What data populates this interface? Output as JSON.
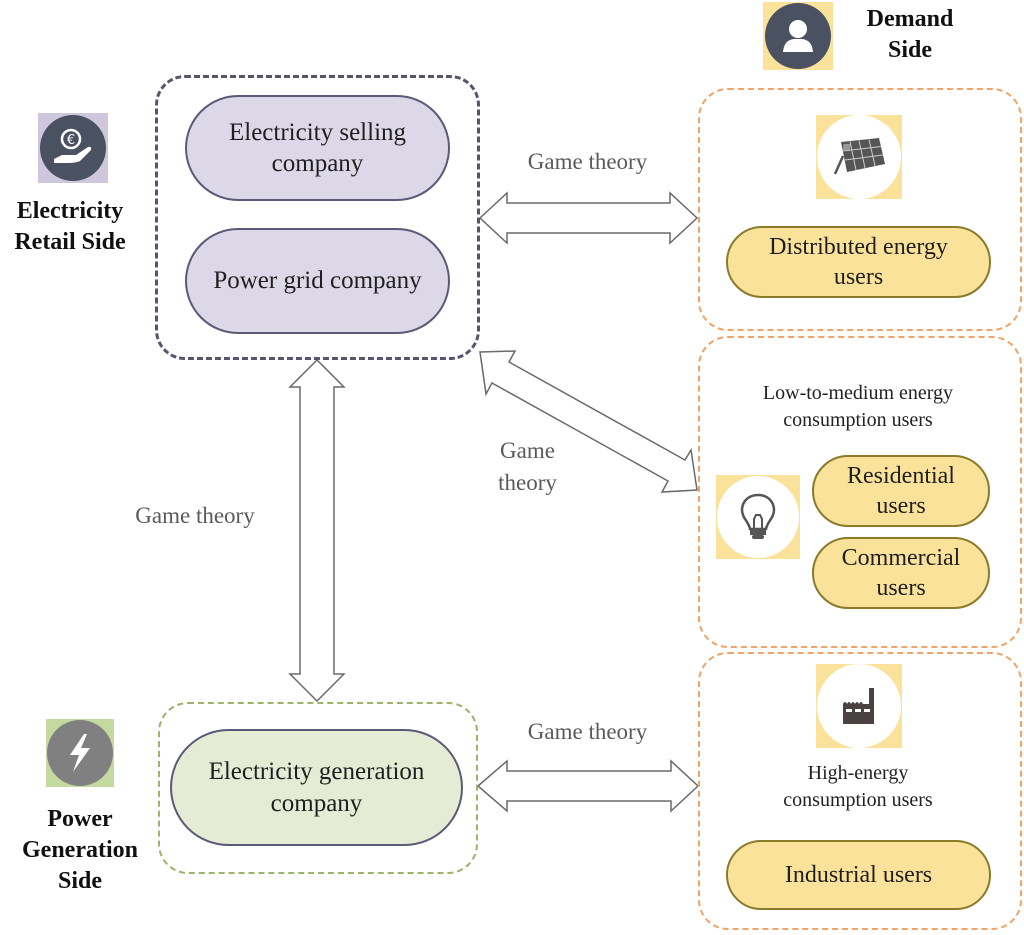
{
  "sides": {
    "retail": {
      "label_line1": "Electricity",
      "label_line2": "Retail Side",
      "icon": "euro-hand-icon",
      "icon_bg": "#cdc6dc"
    },
    "demand": {
      "label_line1": "Demand",
      "label_line2": "Side",
      "icon": "user-icon",
      "icon_bg": "#fbe29a"
    },
    "generation": {
      "label_line1": "Power",
      "label_line2": "Generation",
      "label_line3": "Side",
      "icon": "lightning-icon",
      "icon_bg": "#c4d9a0"
    }
  },
  "retail_group": {
    "nodes": [
      {
        "line1": "Electricity selling",
        "line2": "company"
      },
      {
        "line1": "Power grid company",
        "line2": ""
      }
    ]
  },
  "generation_group": {
    "nodes": [
      {
        "line1": "Electricity generation",
        "line2": "company"
      }
    ]
  },
  "demand_groups": [
    {
      "icon": "solar-panel-icon",
      "nodes": [
        {
          "line1": "Distributed energy",
          "line2": "users"
        }
      ]
    },
    {
      "title_line1": "Low-to-medium energy",
      "title_line2": "consumption users",
      "icon": "light-bulb-icon",
      "nodes": [
        {
          "line1": "Residential",
          "line2": "users"
        },
        {
          "line1": "Commercial",
          "line2": "users"
        }
      ]
    },
    {
      "title_line1": "High-energy",
      "title_line2": "consumption users",
      "icon": "factory-icon",
      "nodes": [
        {
          "line1": "Industrial users",
          "line2": ""
        }
      ]
    }
  ],
  "edges": [
    {
      "from": "Electricity Retail Side",
      "to": "Distributed energy users",
      "label_line1": "Game theory",
      "label_line2": ""
    },
    {
      "from": "Electricity Retail Side",
      "to": "Low-to-medium energy consumption users",
      "label_line1": "Game",
      "label_line2": "theory"
    },
    {
      "from": "Electricity Retail Side",
      "to": "Power Generation Side",
      "label_line1": "Game theory",
      "label_line2": ""
    },
    {
      "from": "Power Generation Side",
      "to": "High-energy consumption users",
      "label_line1": "Game theory",
      "label_line2": ""
    }
  ],
  "colors": {
    "retail_border": "#55566e",
    "generation_border": "#9ab56a",
    "demand_border": "#f0a46a",
    "icon_dark": "#4a5262",
    "icon_gray": "#808080"
  }
}
